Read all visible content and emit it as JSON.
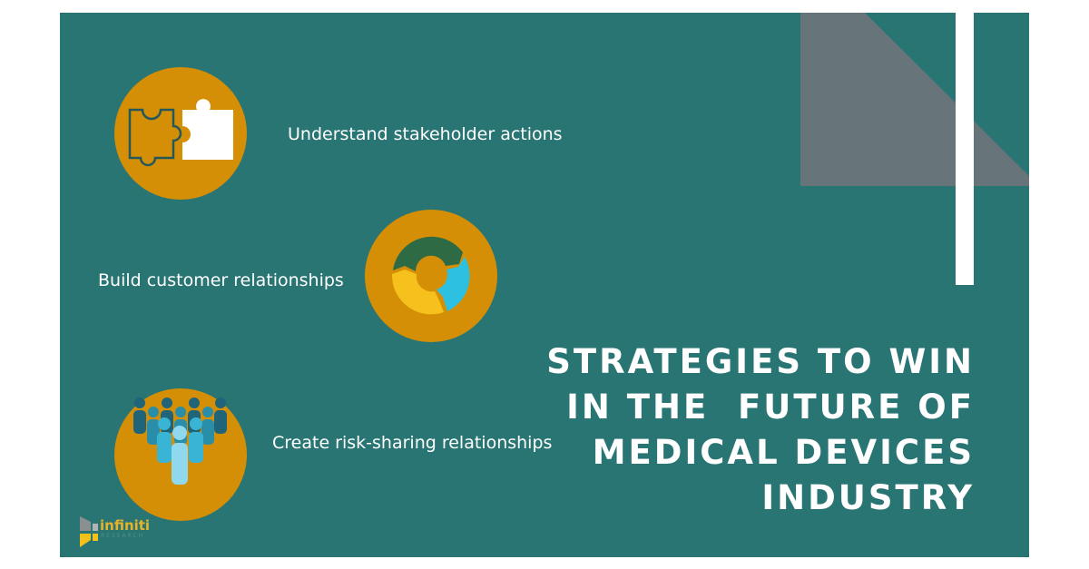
{
  "items": [
    {
      "label": "Understand stakeholder actions",
      "icon": "puzzle-icon"
    },
    {
      "label": "Build customer relationships",
      "icon": "cycle-chart-icon"
    },
    {
      "label": "Create risk-sharing relationships",
      "icon": "people-group-icon"
    }
  ],
  "title": "STRATEGIES TO WIN\nIN THE  FUTURE OF\nMEDICAL DEVICES\nINDUSTRY",
  "logo": {
    "name": "infiniti",
    "sub": "RESEARCH"
  },
  "colors": {
    "background": "#297573",
    "circle": "#d48f06",
    "shape": "#67757b"
  }
}
